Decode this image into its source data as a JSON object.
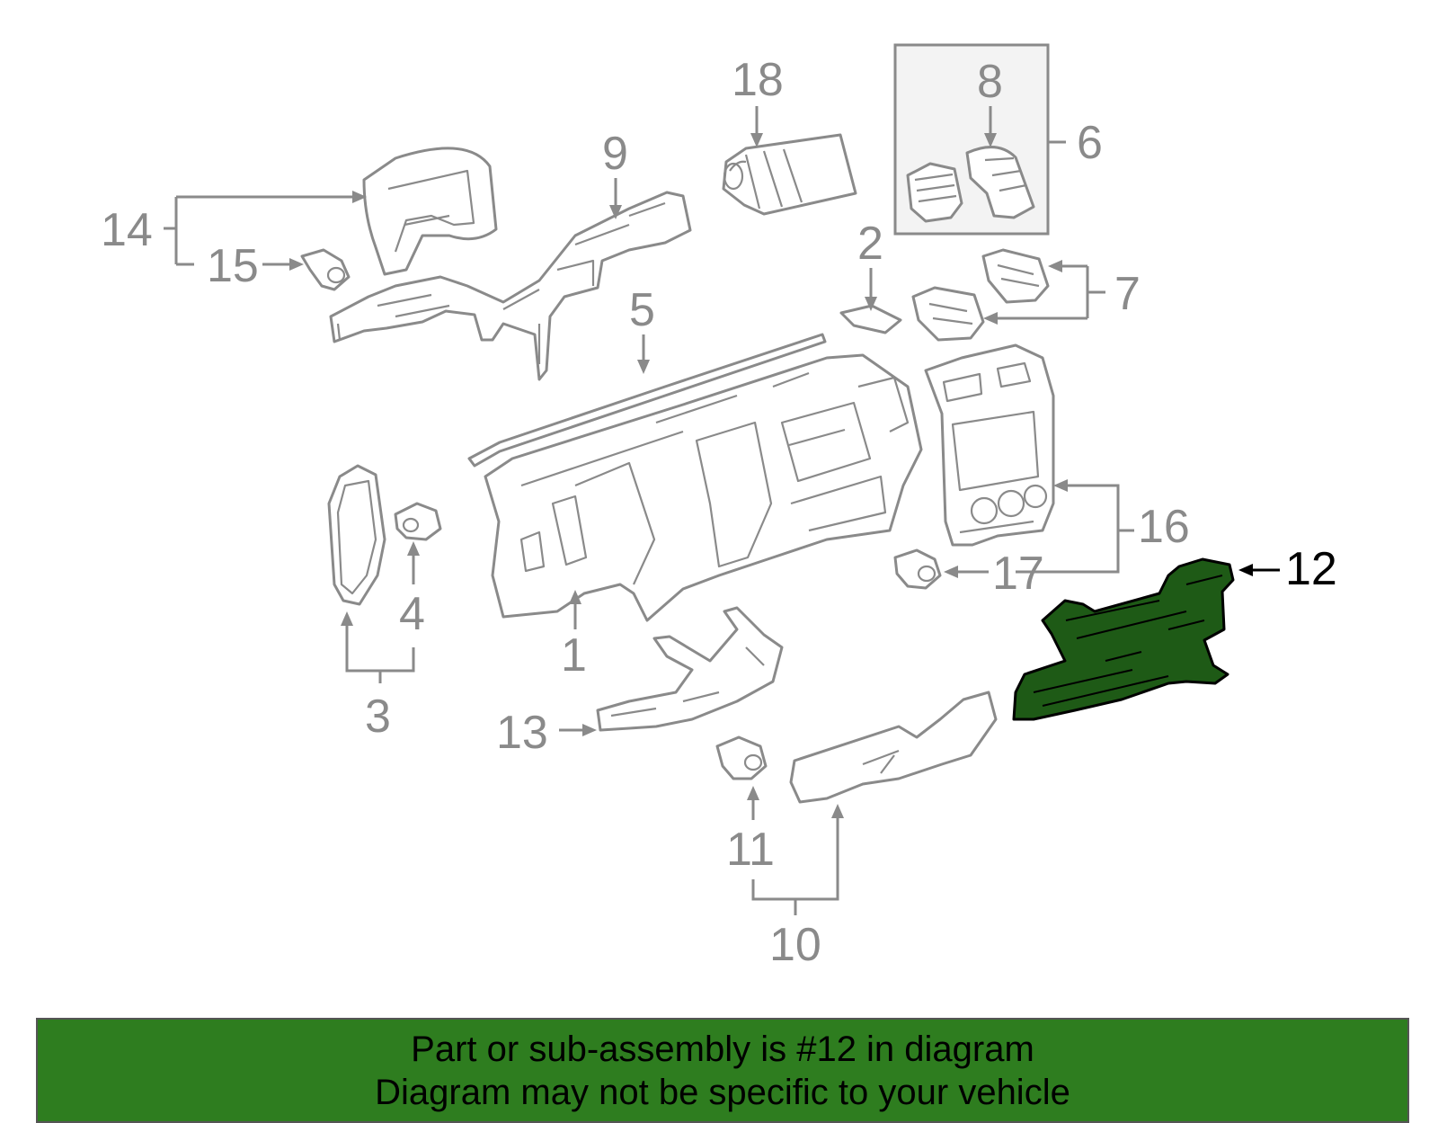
{
  "diagram": {
    "highlight_color": "#1e5a16",
    "line_color": "#8a8a8a",
    "callouts": {
      "c1": "1",
      "c2": "2",
      "c3": "3",
      "c4": "4",
      "c5": "5",
      "c6": "6",
      "c7": "7",
      "c8": "8",
      "c9": "9",
      "c10": "10",
      "c11": "11",
      "c12": "12",
      "c13": "13",
      "c14": "14",
      "c15": "15",
      "c16": "16",
      "c17": "17",
      "c18": "18"
    }
  },
  "banner": {
    "line1": "Part or sub-assembly is #12 in diagram",
    "line2": "Diagram may not be specific to your vehicle",
    "background": "#2e7d1f"
  }
}
